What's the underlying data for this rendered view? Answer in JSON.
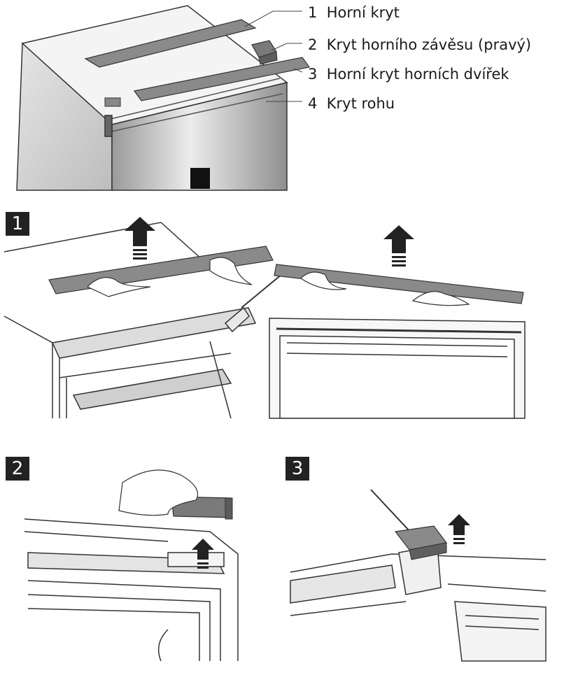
{
  "legend": {
    "items": [
      {
        "number": "1",
        "label": "Horní kryt"
      },
      {
        "number": "2",
        "label": "Kryt horního závěsu (pravý)"
      },
      {
        "number": "3",
        "label": "Horní kryt horních dvířek"
      },
      {
        "number": "4",
        "label": "Kryt rohu"
      }
    ]
  },
  "steps": [
    {
      "number": "1"
    },
    {
      "number": "2"
    },
    {
      "number": "3"
    }
  ],
  "colors": {
    "line": "#333333",
    "panel": "#8a8a8a",
    "fridge_side": "#cfcfcf",
    "fridge_front": "#b9b9b9",
    "badge": "#222222"
  }
}
